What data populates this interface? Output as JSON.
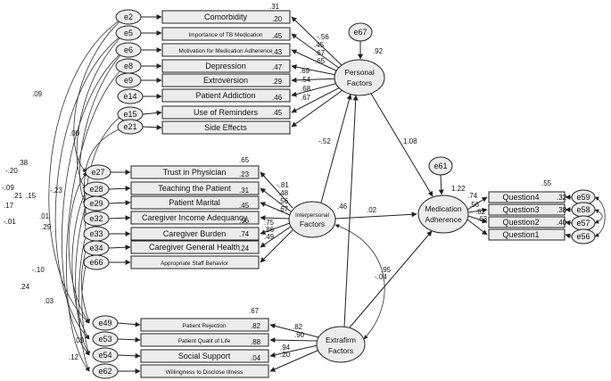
{
  "latents": {
    "personal": "Personal\nFactors",
    "interpersonal": "Interpersonal\nFactors",
    "extrafirm": "Extrafirm\nFactors",
    "adherence": "Medication\nAdherence"
  },
  "indicators": {
    "personal": [
      "Comorbidity",
      "Importance of TB Medication",
      "Motivation for Medication Adherence",
      "Depression",
      "Extroversion",
      "Patient Addiction",
      "Use of Reminders",
      "Side Effects"
    ],
    "interpersonal": [
      "Trust in Physician",
      "Teaching the Patient",
      "Patient Marital",
      "Caregiver Income Adequancy",
      "Caregiver Burden",
      "Caregiver General Health",
      "Appropriate Staff Behavior"
    ],
    "extrafirm": [
      "Patient Rejection",
      "Patient Qualit of Life",
      "Social Support",
      "Willingness to Disclose Illness"
    ],
    "adherence": [
      "Question4",
      "Question3",
      "Question2",
      "Question1"
    ]
  },
  "errors": {
    "personal": [
      "e2",
      "e5",
      "e6",
      "e8",
      "e9",
      "e14",
      "e15",
      "e21"
    ],
    "interpersonal": [
      "e27",
      "e28",
      "e29",
      "e32",
      "e33",
      "e34",
      "e66"
    ],
    "extrafirm": [
      "e49",
      "e53",
      "e54",
      "e62"
    ],
    "adherence": [
      "e59",
      "e58",
      "e57",
      "e56"
    ],
    "disturbances": {
      "personal": "e67",
      "adherence": "e61"
    }
  },
  "r_squared": {
    "personal_items": [
      ".31",
      ".20",
      ".45",
      ".43",
      ".47",
      ".29",
      ".46",
      ".45"
    ],
    "interpersonal_items": [
      ".65",
      ".23",
      ".31",
      ".45",
      ".56",
      ".74",
      ".24"
    ],
    "extrafirm_items": [
      ".67",
      ".82",
      ".88",
      ".04"
    ],
    "adherence_items": [
      ".55",
      ".32",
      ".38",
      ".40"
    ],
    "personal_factor": ".92",
    "adherence_factor": "1.22"
  },
  "loadings": {
    "personal": [
      "-.56",
      ".45",
      ".67",
      ".65",
      ".69",
      ".54",
      ".68",
      ".67"
    ],
    "interpersonal": [
      "-.81",
      ".48",
      ".56",
      ".67",
      ".75",
      ".86",
      ".49"
    ],
    "extrafirm": [
      ".82",
      ".90",
      ".94",
      ".20"
    ],
    "adherence": [
      ".74",
      ".56",
      ".62",
      ".63"
    ]
  },
  "paths": {
    "inter_to_personal": "-.52",
    "personal_to_adherence": "1.08",
    "inter_to_adherence": ".02",
    "extra_to_adherence": "-.04",
    "inter_extra": ".95",
    "inter_label": ".46"
  },
  "covariances": [
    ".09",
    ".00",
    "-.20",
    ".38",
    "-.09",
    ".21",
    ".15",
    ".17",
    "-.01",
    "-.23",
    ".01",
    ".29",
    "-.10",
    ".24",
    ".03",
    ".09",
    ".12"
  ]
}
